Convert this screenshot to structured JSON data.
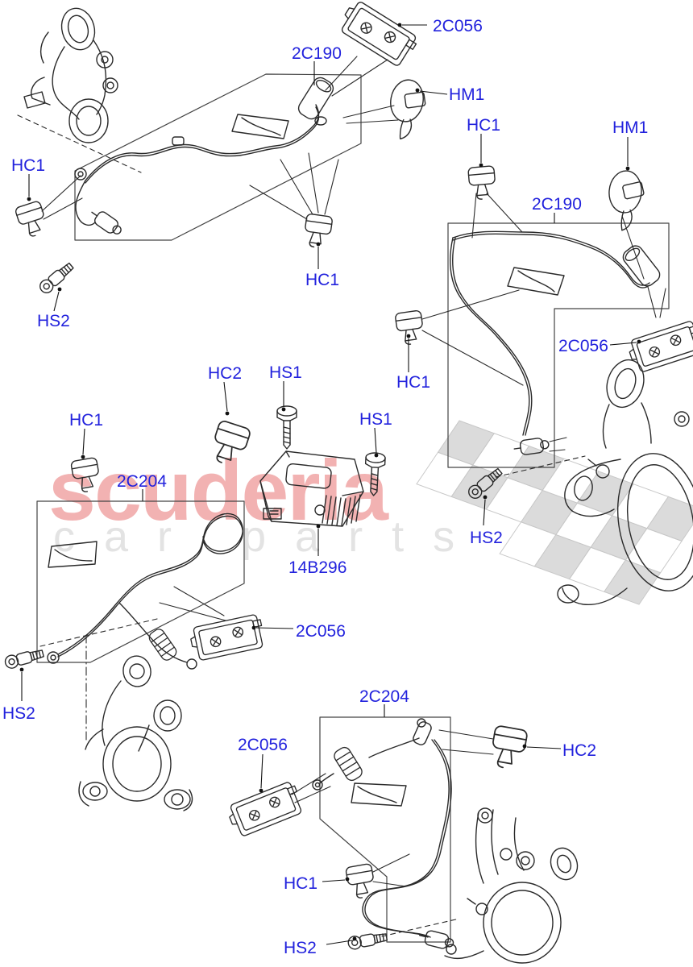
{
  "page": {
    "background": "#ffffff"
  },
  "watermark": {
    "brand": "scuderia",
    "subtitle": "car parts",
    "brand_color": "#f2b2b2",
    "subtitle_color": "#e3e3e3",
    "flag_color": "#dadada"
  },
  "diagram": {
    "label_color": "#2222dd",
    "line_color": "#2a2a2a",
    "labels": [
      {
        "id": "2c056-top",
        "text": "2C056"
      },
      {
        "id": "2c190-left",
        "text": "2C190"
      },
      {
        "id": "hm1-top",
        "text": "HM1"
      },
      {
        "id": "hc1-top-left",
        "text": "HC1"
      },
      {
        "id": "hs2-left",
        "text": "HS2"
      },
      {
        "id": "hc1-under-left-box",
        "text": "HC1"
      },
      {
        "id": "hc1-top-mid",
        "text": "HC1"
      },
      {
        "id": "hm1-right",
        "text": "HM1"
      },
      {
        "id": "2c190-right",
        "text": "2C190"
      },
      {
        "id": "2c056-right",
        "text": "2C056"
      },
      {
        "id": "hc1-mid-right",
        "text": "HC1"
      },
      {
        "id": "hs2-mid",
        "text": "HS2"
      },
      {
        "id": "hc2-mid",
        "text": "HC2"
      },
      {
        "id": "hs1-mid",
        "text": "HS1"
      },
      {
        "id": "hs1-mid-2",
        "text": "HS1"
      },
      {
        "id": "hc1-mid-left",
        "text": "HC1"
      },
      {
        "id": "2c204-mid",
        "text": "2C204"
      },
      {
        "id": "14b296",
        "text": "14B296"
      },
      {
        "id": "2c056-mid-left",
        "text": "2C056"
      },
      {
        "id": "hs2-bottom-left",
        "text": "HS2"
      },
      {
        "id": "2c056-bottom",
        "text": "2C056"
      },
      {
        "id": "2c204-bottom",
        "text": "2C204"
      },
      {
        "id": "hc2-bottom",
        "text": "HC2"
      },
      {
        "id": "hc1-bottom",
        "text": "HC1"
      },
      {
        "id": "hs2-bottom",
        "text": "HS2"
      }
    ]
  }
}
